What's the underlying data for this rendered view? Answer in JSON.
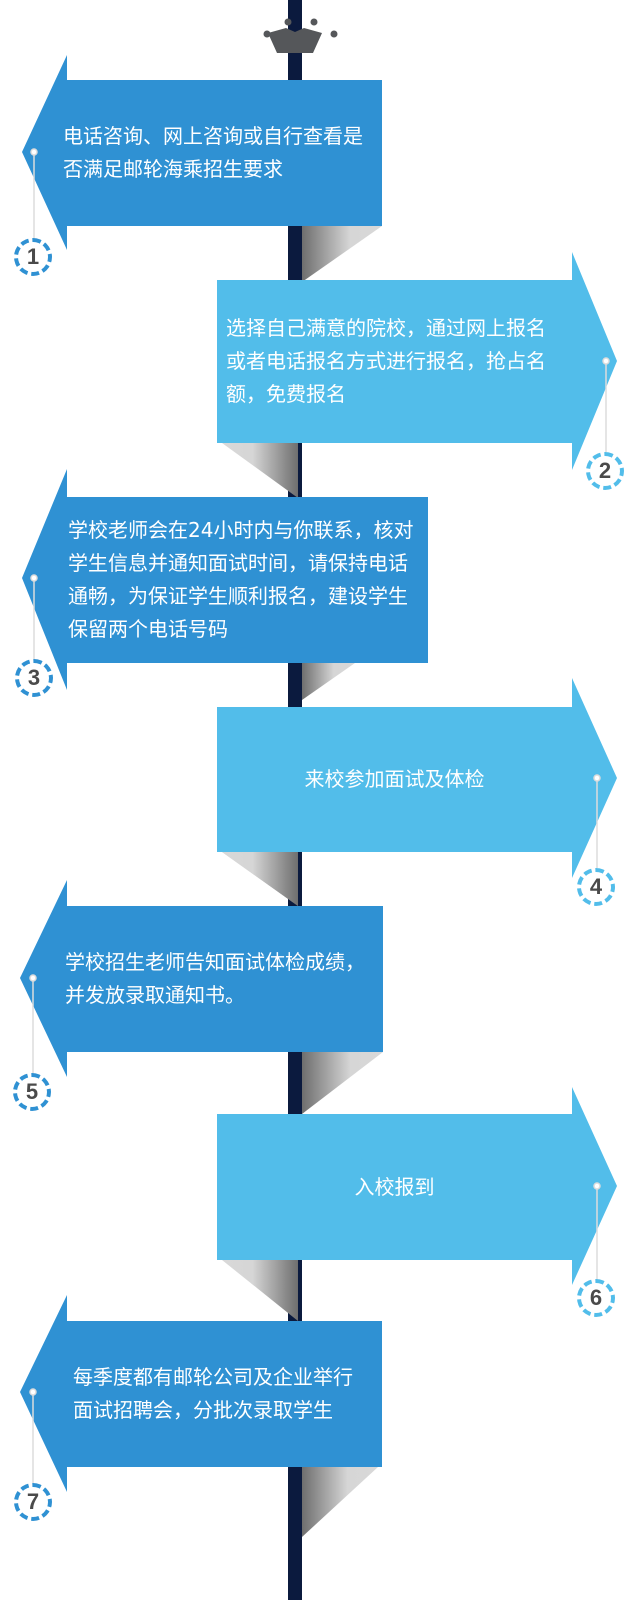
{
  "colors": {
    "dark_blue": "#2f91d3",
    "light_blue": "#52bdea",
    "spine": "#0b1a3e",
    "crown": "#55575a"
  },
  "steps": [
    {
      "number": "1",
      "text": "电话咨询、网上咨询或自行查看是否满足邮轮海乘招生要求"
    },
    {
      "number": "2",
      "text": "选择自己满意的院校，通过网上报名或者电话报名方式进行报名，抢占名额，免费报名"
    },
    {
      "number": "3",
      "text": "学校老师会在24小时内与你联系，核对学生信息并通知面试时间，请保持电话通畅，为保证学生顺利报名，建设学生保留两个电话号码"
    },
    {
      "number": "4",
      "text": "来校参加面试及体检"
    },
    {
      "number": "5",
      "text": "学校招生老师告知面试体检成绩，并发放录取通知书。"
    },
    {
      "number": "6",
      "text": "入校报到"
    },
    {
      "number": "7",
      "text": "每季度都有邮轮公司及企业举行面试招聘会，分批次录取学生"
    }
  ]
}
